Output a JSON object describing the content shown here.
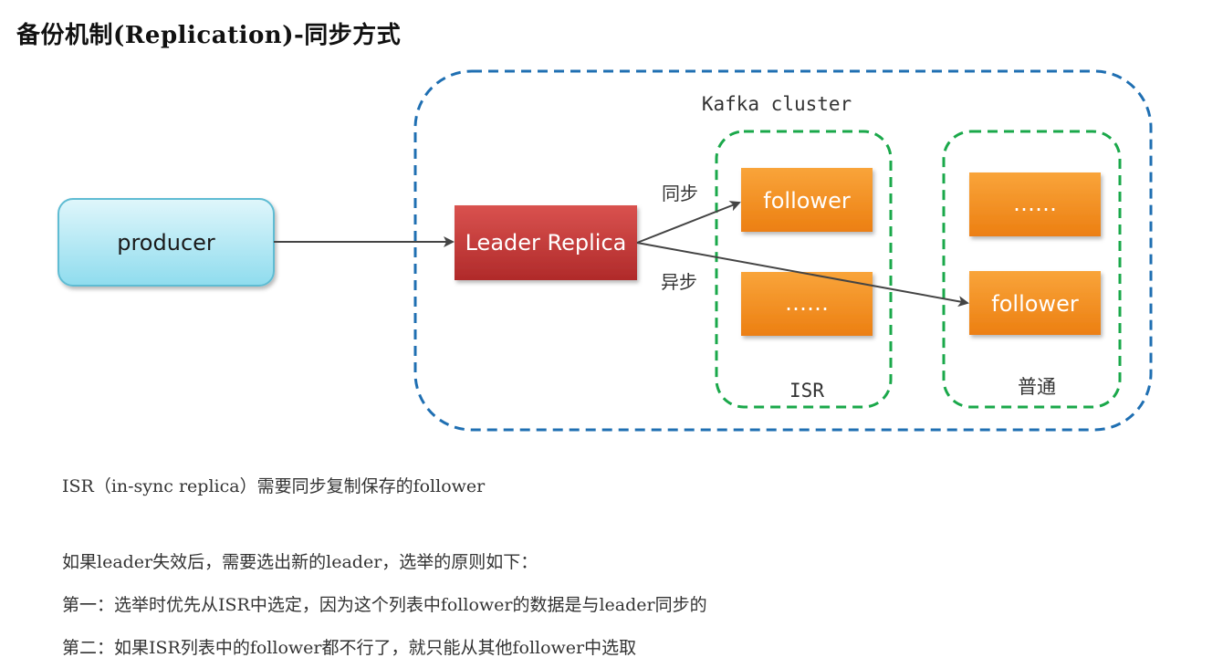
{
  "title": "备份机制(Replication)-同步方式",
  "diagram": {
    "cluster_label": "Kafka cluster",
    "producer_label": "producer",
    "leader_label": "Leader Replica",
    "isr_follower_label": "follower",
    "isr_placeholder_label": "……",
    "isr_group_label": "ISR",
    "normal_placeholder_label": "……",
    "normal_follower_label": "follower",
    "normal_group_label": "普通",
    "sync_label": "同步",
    "async_label": "异步",
    "colors": {
      "cluster_border": "#1f6fb2",
      "group_border": "#1aa84a",
      "leader": "#c83a3a",
      "follower": "#f08a1c",
      "producer_fill": "#a9e6f3",
      "producer_border": "#5fbcd3",
      "arrow": "#444444"
    }
  },
  "text": {
    "isr_definition": "ISR（in-sync replica）需要同步复制保存的follower",
    "election_intro": "如果leader失效后，需要选出新的leader，选举的原则如下：",
    "rule_one": "第一：选举时优先从ISR中选定，因为这个列表中follower的数据是与leader同步的",
    "rule_two": "第二：如果ISR列表中的follower都不行了，就只能从其他follower中选取"
  }
}
